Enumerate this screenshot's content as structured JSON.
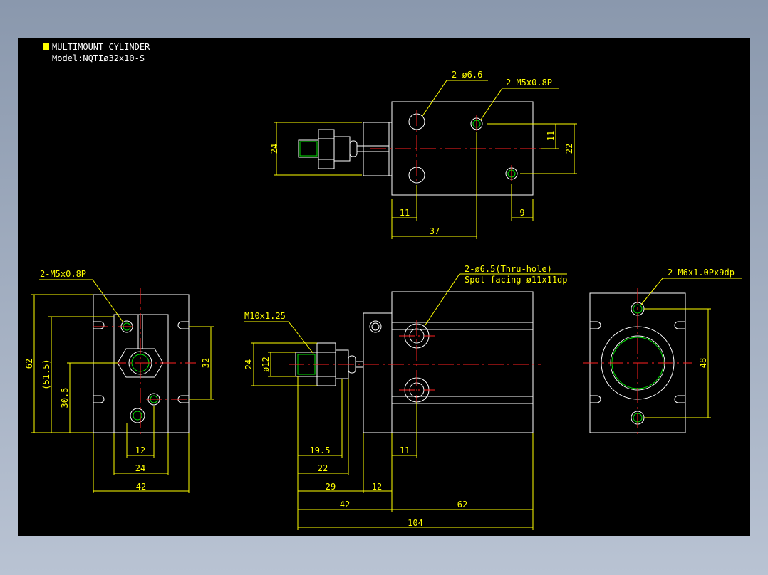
{
  "title": {
    "line1": "MULTIMOUNT CYLINDER",
    "line2": "Model:NQTIø32x10-S"
  },
  "colors": {
    "background": "#000000",
    "dim": "#ffff00",
    "outline": "#ffffff",
    "center": "#ff2020",
    "thread": "#00e000"
  },
  "top_view": {
    "callout_hole": "2-ø6.6",
    "callout_port": "2-M5x0.8P",
    "dim_24": "24",
    "dim_11v": "11",
    "dim_22": "22",
    "dim_11h": "11",
    "dim_9": "9",
    "dim_37": "37"
  },
  "left_view": {
    "callout_port": "2-M5x0.8P",
    "dim_62": "62",
    "dim_51_5": "(51.5)",
    "dim_30_5": "30.5",
    "dim_32": "32",
    "dim_12": "12",
    "dim_24": "24",
    "dim_42": "42"
  },
  "front_view": {
    "callout_thread": "M10x1.25",
    "callout_hole_1": "2-ø6.5(Thru-hole)",
    "callout_hole_2": "Spot facing ø11x11dp",
    "dim_24": "24",
    "dim_d12": "ø12",
    "dim_11": "11",
    "dim_19_5": "19.5",
    "dim_22": "22",
    "dim_29": "29",
    "dim_12": "12",
    "dim_42": "42",
    "dim_62": "62",
    "dim_104": "104"
  },
  "right_view": {
    "callout_thread": "2-M6x1.0Px9dp",
    "dim_48": "48"
  }
}
